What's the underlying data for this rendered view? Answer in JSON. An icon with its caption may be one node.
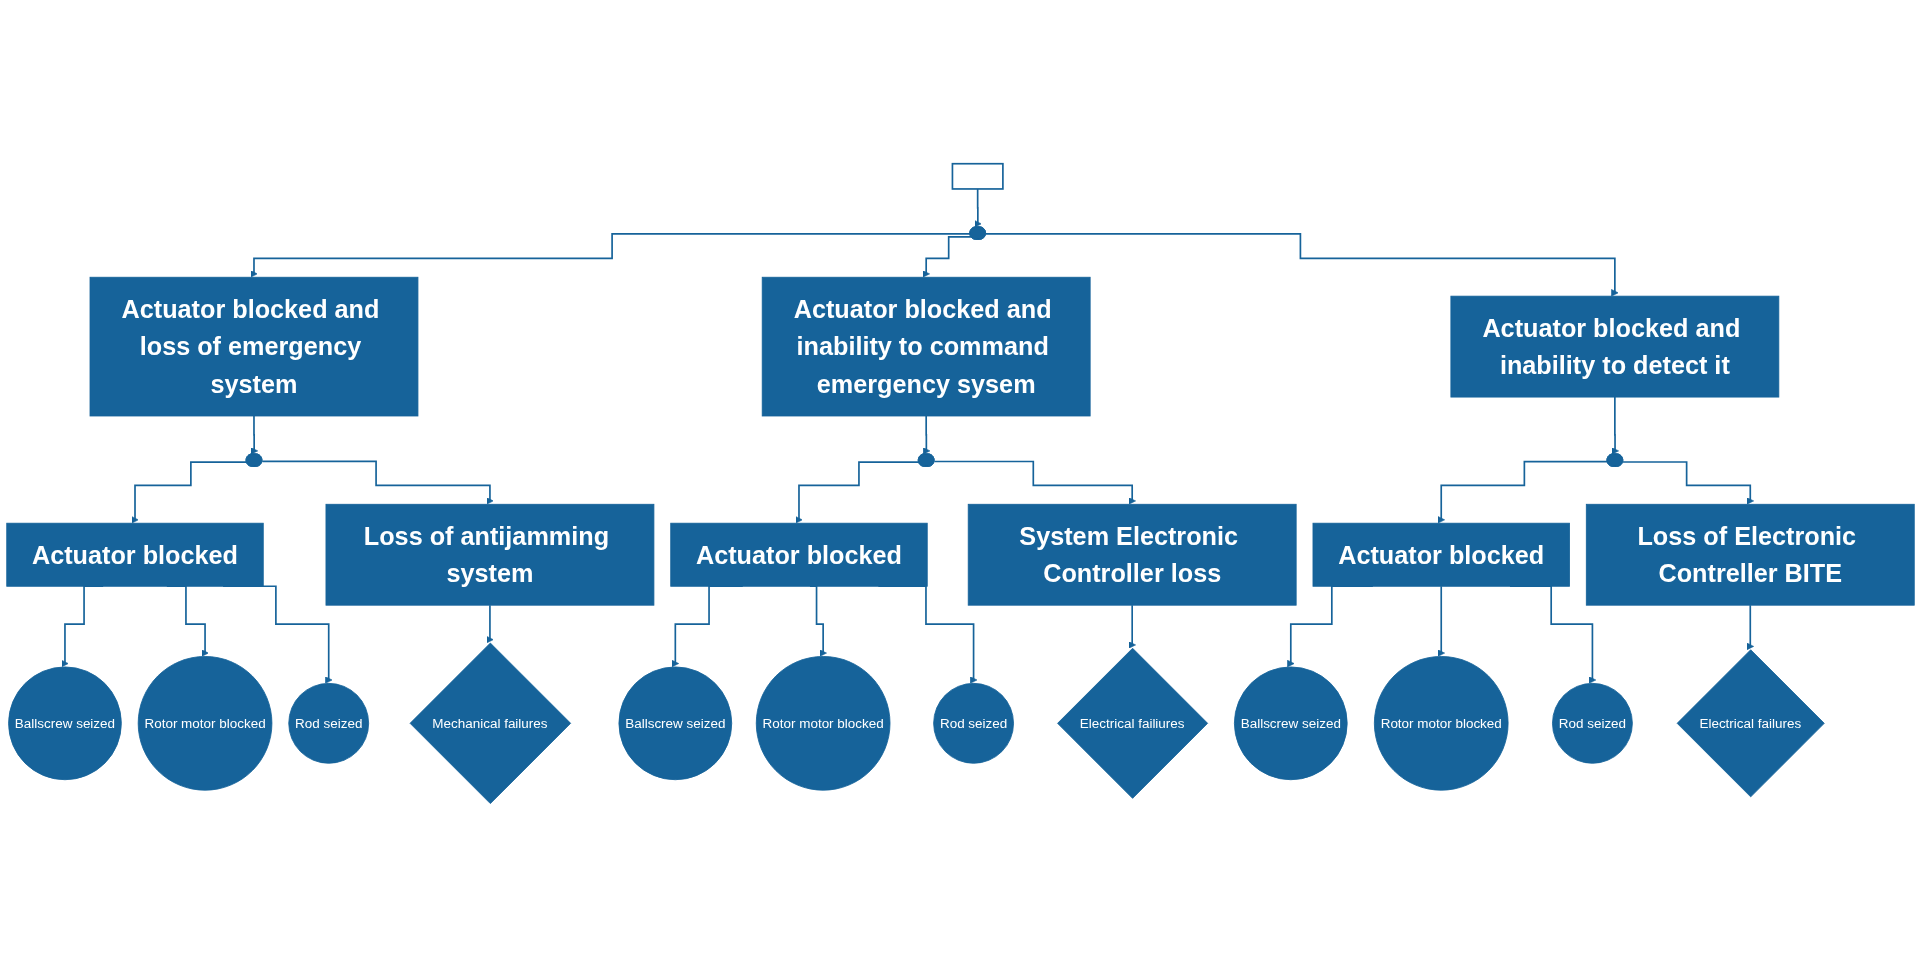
{
  "diagram": {
    "nodes": [
      {
        "text": [],
        "shape": "box"
      },
      {
        "text": [],
        "shape": "gate"
      },
      {
        "text": [
          "Actuator blocked and loss of emergency system"
        ]
      },
      {
        "text": [
          "Actuator blocked and inability to command emergency sysem"
        ]
      },
      {
        "text": [
          "Actuator blocked and inability to detect it"
        ]
      },
      {
        "text": [],
        "shape": "gate"
      },
      {
        "text": [],
        "shape": "gate"
      },
      {
        "text": [],
        "shape": "gate"
      },
      {
        "text": [
          "Actuator blocked"
        ]
      },
      {
        "text": [
          "Loss of antijamming system"
        ]
      },
      {
        "text": [
          "Actuator blocked"
        ]
      },
      {
        "text": [
          "System Electronic Controller loss"
        ]
      },
      {
        "text": [
          "Actuator blocked"
        ]
      },
      {
        "text": [
          "Loss of Electronic Contreller BITE"
        ]
      },
      {
        "text": [
          "Ballscrew seized"
        ]
      },
      {
        "text": [
          "Rotor motor blocked"
        ]
      },
      {
        "text": [
          "Rod seized"
        ]
      },
      {
        "text": [
          "Mechanical failures"
        ]
      },
      {
        "text": [
          "Ballscrew seized"
        ]
      },
      {
        "text": [
          "Rotor motor blocked"
        ]
      },
      {
        "text": [
          "Rod seized"
        ]
      },
      {
        "text": [
          "Electrical failiures"
        ]
      },
      {
        "text": [
          "Ballscrew seized"
        ]
      },
      {
        "text": [
          "Rotor motor blocked"
        ]
      },
      {
        "text": [
          "Rod seized"
        ]
      },
      {
        "text": [
          "Electrical failures"
        ]
      }
    ],
    "edges": [
      {
        "from": 0,
        "to": 1,
        "arrow": "to"
      },
      {
        "from": 1,
        "to": 2,
        "arrow": "to"
      },
      {
        "from": 1,
        "to": 3,
        "arrow": "to"
      },
      {
        "from": 1,
        "to": 4,
        "arrow": "to"
      },
      {
        "from": 2,
        "to": 5,
        "arrow": "to"
      },
      {
        "from": 3,
        "to": 6,
        "arrow": "to"
      },
      {
        "from": 4,
        "to": 7,
        "arrow": "to"
      },
      {
        "from": 5,
        "to": 8,
        "arrow": "to"
      },
      {
        "from": 5,
        "to": 9,
        "arrow": "to"
      },
      {
        "from": 6,
        "to": 10,
        "arrow": "to"
      },
      {
        "from": 6,
        "to": 11,
        "arrow": "to"
      },
      {
        "from": 7,
        "to": 12,
        "arrow": "to"
      },
      {
        "from": 7,
        "to": 13,
        "arrow": "to"
      },
      {
        "from": 8,
        "to": 14,
        "arrow": "to"
      },
      {
        "from": 8,
        "to": 15,
        "arrow": "to"
      },
      {
        "from": 8,
        "to": 16,
        "arrow": "to"
      },
      {
        "from": 9,
        "to": 17,
        "arrow": "to"
      },
      {
        "from": 10,
        "to": 18,
        "arrow": "to"
      },
      {
        "from": 10,
        "to": 19,
        "arrow": "to"
      },
      {
        "from": 10,
        "to": 20,
        "arrow": "to"
      },
      {
        "from": 11,
        "to": 21,
        "arrow": "to"
      },
      {
        "from": 12,
        "to": 22,
        "arrow": "to"
      },
      {
        "from": 12,
        "to": 23,
        "arrow": "to"
      },
      {
        "from": 12,
        "to": 24,
        "arrow": "to"
      },
      {
        "from": 13,
        "to": 25,
        "arrow": "to"
      }
    ]
  }
}
